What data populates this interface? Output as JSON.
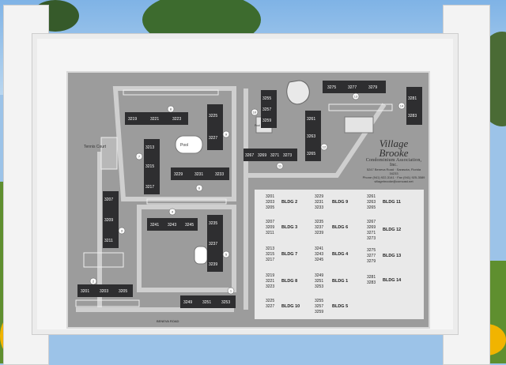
{
  "logo": {
    "name_line1": "Village",
    "name_line2": "Brooke",
    "subtitle": "Condominium Association, Inc.",
    "address": "5247 Beneva Road · Sarasota, Florida 34233",
    "phone": "Phone (941) 922-3141 · Fax (941) 925-3589",
    "email": "villagebrooke@comcast.net"
  },
  "map": {
    "road_label": "BENEVA ROAD",
    "tennis_label": "Tennis Court",
    "pool_label": "Pool",
    "pool_house_label": "Pool House"
  },
  "directory": {
    "columns": [
      [
        {
          "units": [
            "3201",
            "3203",
            "3205"
          ],
          "bldg": "BLDG 2"
        },
        {
          "units": [
            "3207",
            "3209",
            "3211"
          ],
          "bldg": "BLDG 3"
        },
        {
          "units": [
            "3213",
            "3215",
            "3217"
          ],
          "bldg": "BLDG 7"
        },
        {
          "units": [
            "3219",
            "3221",
            "3223"
          ],
          "bldg": "BLDG 8"
        },
        {
          "units": [
            "3225",
            "3227"
          ],
          "bldg": "BLDG 10"
        }
      ],
      [
        {
          "units": [
            "3229",
            "3231",
            "3233"
          ],
          "bldg": "BLDG 9"
        },
        {
          "units": [
            "3235",
            "3237",
            "3239"
          ],
          "bldg": "BLDG 6"
        },
        {
          "units": [
            "3241",
            "3243",
            "3245"
          ],
          "bldg": "BLDG 4"
        },
        {
          "units": [
            "3249",
            "3251",
            "3253"
          ],
          "bldg": "BLDG 1"
        },
        {
          "units": [
            "3255",
            "3257",
            "3259"
          ],
          "bldg": "BLDG 5"
        }
      ],
      [
        {
          "units": [
            "3261",
            "3263",
            "3265"
          ],
          "bldg": "BLDG 11"
        },
        {
          "units": [
            "3267",
            "3269",
            "3271",
            "3273"
          ],
          "bldg": "BLDG 12"
        },
        {
          "units": [
            "3275",
            "3277",
            "3279"
          ],
          "bldg": "BLDG 13"
        },
        {
          "units": [
            "3281",
            "3283"
          ],
          "bldg": "BLDG 14"
        }
      ]
    ]
  },
  "buildings": [
    {
      "id": "b2",
      "labels": [
        "3201",
        "3203",
        "3205"
      ]
    },
    {
      "id": "b3",
      "labels": [
        "3207",
        "3209",
        "3211"
      ]
    },
    {
      "id": "b7",
      "labels": [
        "3213",
        "3215",
        "3217"
      ]
    },
    {
      "id": "b8",
      "labels": [
        "3219",
        "3221",
        "3223"
      ]
    },
    {
      "id": "b10",
      "labels": [
        "3225",
        "3227"
      ]
    },
    {
      "id": "b9",
      "labels": [
        "3229",
        "3231",
        "3233"
      ]
    },
    {
      "id": "b6",
      "labels": [
        "3235",
        "3237",
        "3239"
      ]
    },
    {
      "id": "b4",
      "labels": [
        "3241",
        "3243",
        "3245"
      ]
    },
    {
      "id": "b1",
      "labels": [
        "3249",
        "3251",
        "3253"
      ]
    },
    {
      "id": "b5",
      "labels": [
        "3255",
        "3257",
        "3259"
      ]
    },
    {
      "id": "b11",
      "labels": [
        "3261",
        "3263",
        "3265"
      ]
    },
    {
      "id": "b12",
      "labels": [
        "3267",
        "3269",
        "3271",
        "3273"
      ]
    },
    {
      "id": "b13",
      "labels": [
        "3275",
        "3277",
        "3279"
      ]
    },
    {
      "id": "b14",
      "labels": [
        "3281",
        "3283"
      ]
    }
  ],
  "markers": [
    "1",
    "2",
    "3",
    "4",
    "5",
    "6",
    "7",
    "8",
    "9",
    "10",
    "11",
    "12",
    "13",
    "14"
  ]
}
